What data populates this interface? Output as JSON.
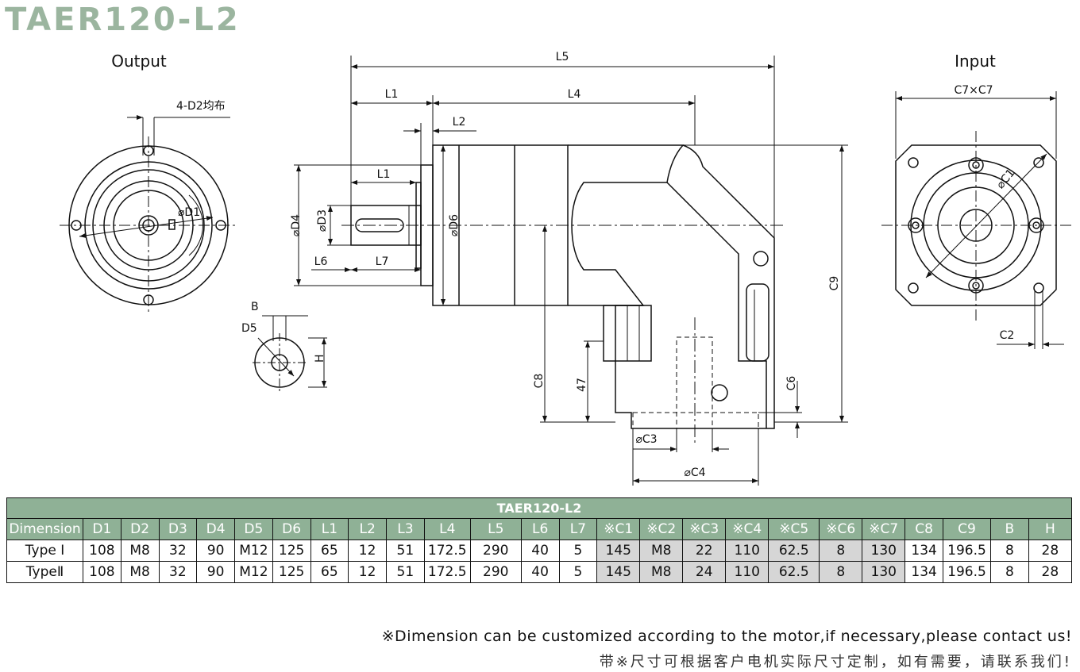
{
  "title": "TAER120-L2",
  "views": {
    "output_label": "Output",
    "input_label": "Input",
    "output_note": "4-D2均布",
    "output_dia": "⌀D1",
    "side_labels": {
      "L5": "L5",
      "L1_top": "L1",
      "L4": "L4",
      "L2": "L2",
      "L1_shaft": "L1",
      "D4": "⌀D4",
      "D3": "⌀D3",
      "D6": "⌀D6",
      "L6": "L6",
      "L7": "L7",
      "C9": "C9",
      "C8": "C8",
      "h47": "47",
      "C6": "C6",
      "C3": "⌀C3",
      "C4": "⌀C4"
    },
    "key_labels": {
      "B": "B",
      "D5": "D5",
      "H": "H"
    },
    "input_labels": {
      "C7": "C7×C7",
      "C1": "⌀C1",
      "C2": "C2"
    }
  },
  "table": {
    "caption": "TAER120-L2",
    "headers": [
      "Dimension",
      "D1",
      "D2",
      "D3",
      "D4",
      "D5",
      "D6",
      "L1",
      "L2",
      "L3",
      "L4",
      "L5",
      "L6",
      "L7",
      "※C1",
      "※C2",
      "※C3",
      "※C4",
      "※C5",
      "※C6",
      "※C7",
      "C8",
      "C9",
      "B",
      "H"
    ],
    "rows": [
      [
        "Type Ⅰ",
        "108",
        "M8",
        "32",
        "90",
        "M12",
        "125",
        "65",
        "12",
        "51",
        "172.5",
        "290",
        "40",
        "5",
        "145",
        "M8",
        "22",
        "110",
        "62.5",
        "8",
        "130",
        "134",
        "196.5",
        "8",
        "28"
      ],
      [
        "TypeⅡ",
        "108",
        "M8",
        "32",
        "90",
        "M12",
        "125",
        "65",
        "12",
        "51",
        "172.5",
        "290",
        "40",
        "5",
        "145",
        "M8",
        "24",
        "110",
        "62.5",
        "8",
        "130",
        "134",
        "196.5",
        "8",
        "28"
      ]
    ]
  },
  "notes": {
    "en": "※Dimension can be customized according to the motor,if necessary,please contact us!",
    "cn": "带※尺寸可根据客户电机实际尺寸定制，如有需要，请联系我们!"
  },
  "colors": {
    "accent": "#8fb196",
    "title": "#9bb59f",
    "highlight": "#d6d6d6"
  }
}
